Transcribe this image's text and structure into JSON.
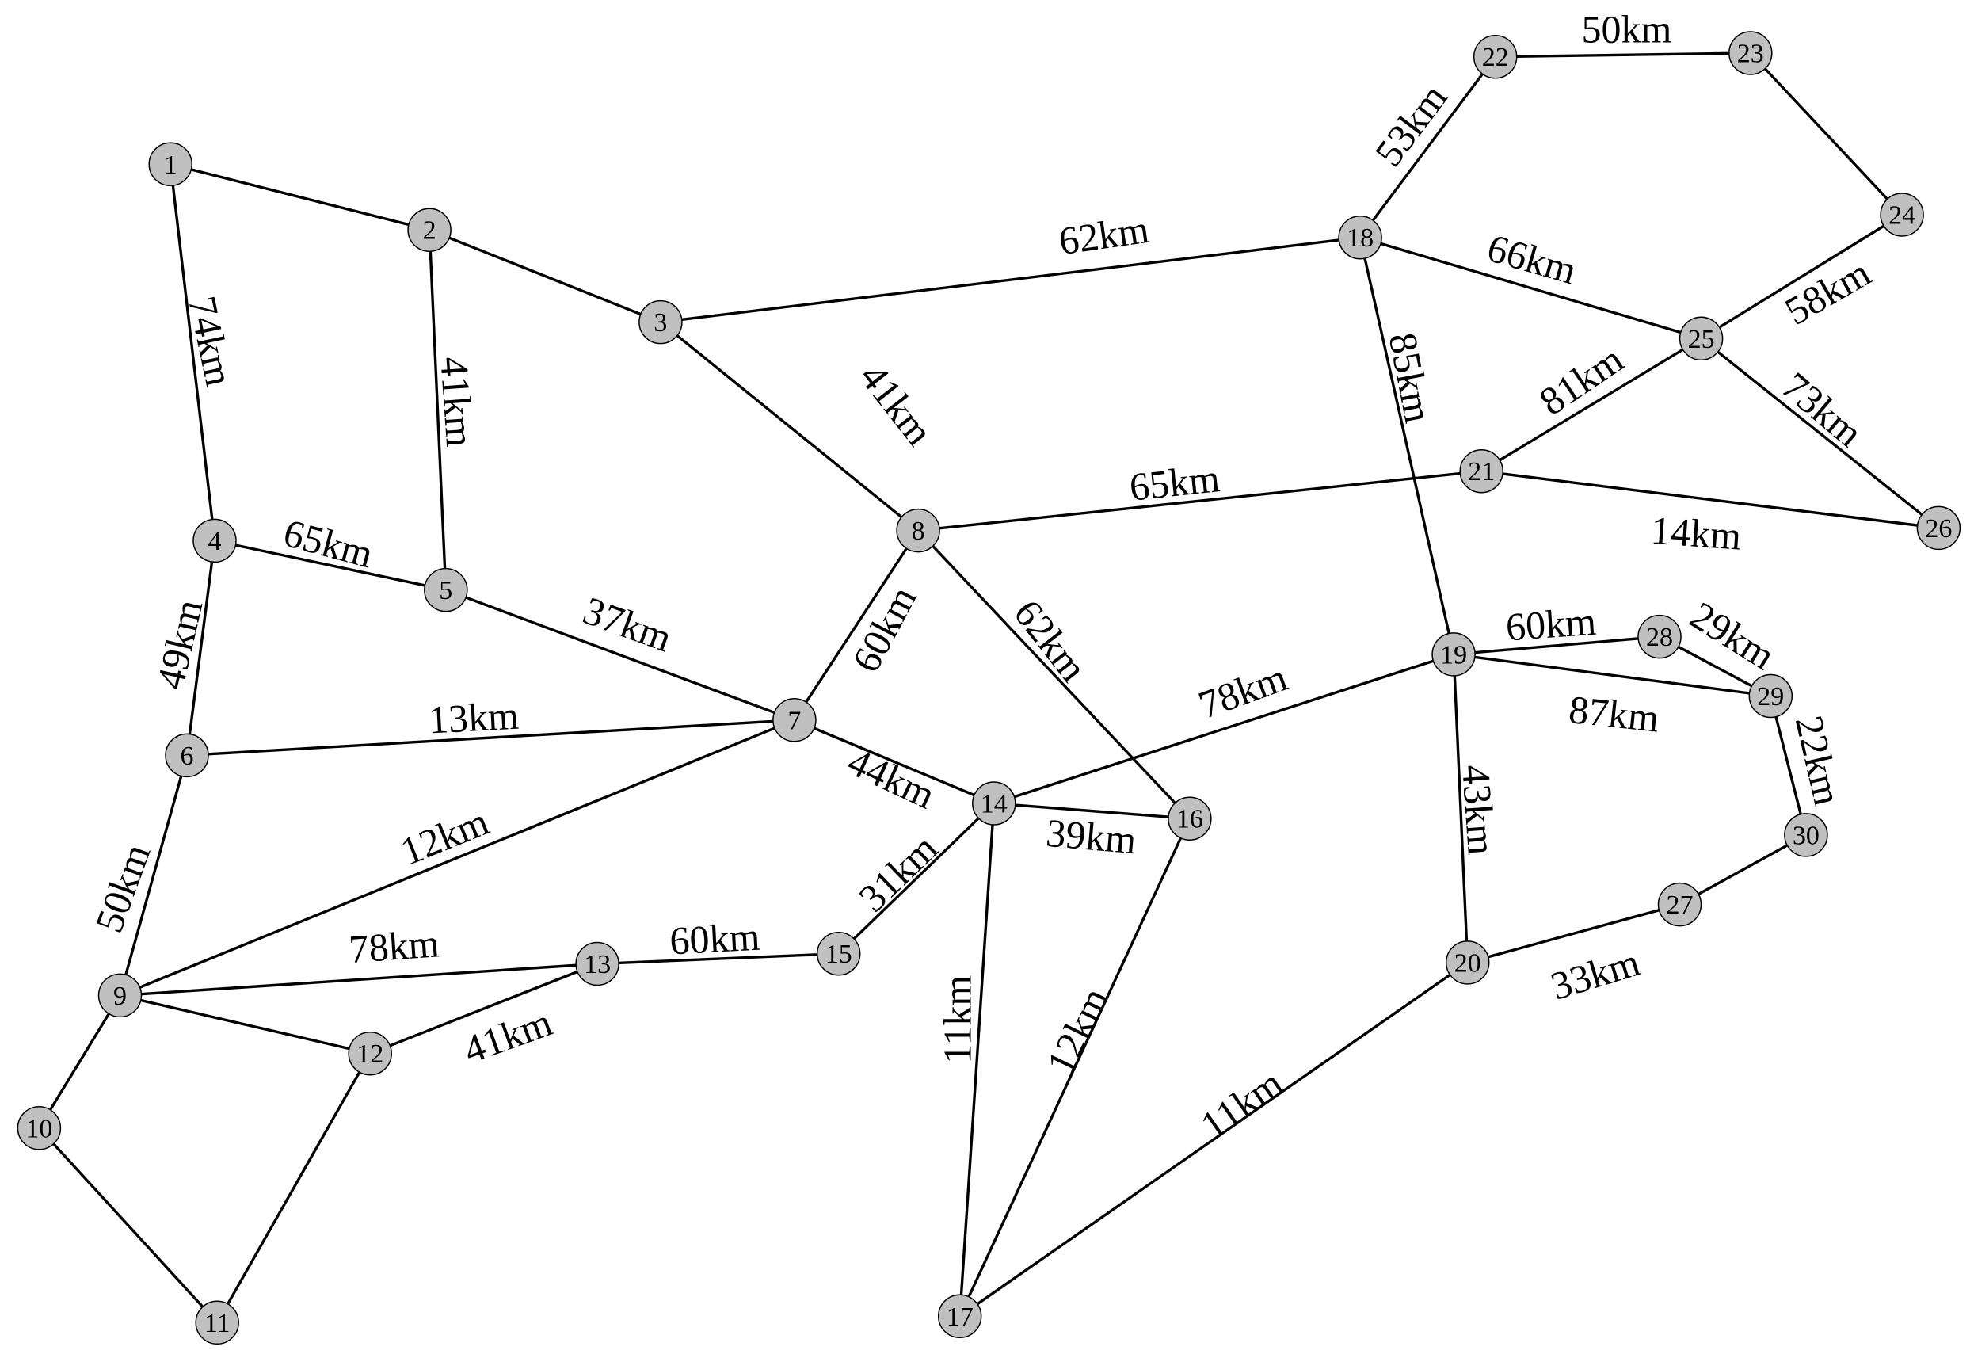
{
  "nodes": [
    {
      "id": "1",
      "label": "1"
    },
    {
      "id": "2",
      "label": "2"
    },
    {
      "id": "3",
      "label": "3"
    },
    {
      "id": "4",
      "label": "4"
    },
    {
      "id": "5",
      "label": "5"
    },
    {
      "id": "6",
      "label": "6"
    },
    {
      "id": "7",
      "label": "7"
    },
    {
      "id": "8",
      "label": "8"
    },
    {
      "id": "9",
      "label": "9"
    },
    {
      "id": "10",
      "label": "10"
    },
    {
      "id": "11",
      "label": "11"
    },
    {
      "id": "12",
      "label": "12"
    },
    {
      "id": "13",
      "label": "13"
    },
    {
      "id": "14",
      "label": "14"
    },
    {
      "id": "15",
      "label": "15"
    },
    {
      "id": "16",
      "label": "16"
    },
    {
      "id": "17",
      "label": "17"
    },
    {
      "id": "18",
      "label": "18"
    },
    {
      "id": "19",
      "label": "19"
    },
    {
      "id": "20",
      "label": "20"
    },
    {
      "id": "21",
      "label": "21"
    },
    {
      "id": "22",
      "label": "22"
    },
    {
      "id": "23",
      "label": "23"
    },
    {
      "id": "24",
      "label": "24"
    },
    {
      "id": "25",
      "label": "25"
    },
    {
      "id": "26",
      "label": "26"
    },
    {
      "id": "27",
      "label": "27"
    },
    {
      "id": "28",
      "label": "28"
    },
    {
      "id": "29",
      "label": "29"
    },
    {
      "id": "30",
      "label": "30"
    }
  ],
  "edges": [
    {
      "from": "1",
      "to": "2",
      "label": ""
    },
    {
      "from": "1",
      "to": "4",
      "label": "74km"
    },
    {
      "from": "2",
      "to": "3",
      "label": ""
    },
    {
      "from": "2",
      "to": "5",
      "label": "41km"
    },
    {
      "from": "3",
      "to": "18",
      "label": "62km"
    },
    {
      "from": "3",
      "to": "8",
      "label": "41km"
    },
    {
      "from": "4",
      "to": "5",
      "label": "65km"
    },
    {
      "from": "4",
      "to": "6",
      "label": "49km"
    },
    {
      "from": "5",
      "to": "7",
      "label": "37km"
    },
    {
      "from": "6",
      "to": "7",
      "label": "13km"
    },
    {
      "from": "6",
      "to": "9",
      "label": "50km"
    },
    {
      "from": "7",
      "to": "9",
      "label": "12km"
    },
    {
      "from": "7",
      "to": "8",
      "label": "60km"
    },
    {
      "from": "7",
      "to": "14",
      "label": "44km"
    },
    {
      "from": "8",
      "to": "21",
      "label": "65km"
    },
    {
      "from": "8",
      "to": "16",
      "label": "62km"
    },
    {
      "from": "9",
      "to": "13",
      "label": "78km"
    },
    {
      "from": "9",
      "to": "12",
      "label": ""
    },
    {
      "from": "9",
      "to": "10",
      "label": ""
    },
    {
      "from": "10",
      "to": "11",
      "label": ""
    },
    {
      "from": "11",
      "to": "12",
      "label": ""
    },
    {
      "from": "12",
      "to": "13",
      "label": "41km"
    },
    {
      "from": "13",
      "to": "15",
      "label": "60km"
    },
    {
      "from": "14",
      "to": "15",
      "label": "31km"
    },
    {
      "from": "14",
      "to": "16",
      "label": "39km"
    },
    {
      "from": "14",
      "to": "19",
      "label": "78km"
    },
    {
      "from": "14",
      "to": "17",
      "label": "11km"
    },
    {
      "from": "16",
      "to": "17",
      "label": "12km"
    },
    {
      "from": "17",
      "to": "20",
      "label": "11km"
    },
    {
      "from": "18",
      "to": "22",
      "label": "53km"
    },
    {
      "from": "18",
      "to": "25",
      "label": "66km"
    },
    {
      "from": "18",
      "to": "19",
      "label": "85km"
    },
    {
      "from": "19",
      "to": "28",
      "label": "60km"
    },
    {
      "from": "19",
      "to": "29",
      "label": "87km"
    },
    {
      "from": "19",
      "to": "20",
      "label": "43km"
    },
    {
      "from": "20",
      "to": "27",
      "label": "33km"
    },
    {
      "from": "21",
      "to": "25",
      "label": "81km"
    },
    {
      "from": "21",
      "to": "26",
      "label": "14km"
    },
    {
      "from": "22",
      "to": "23",
      "label": "50km"
    },
    {
      "from": "23",
      "to": "24",
      "label": ""
    },
    {
      "from": "24",
      "to": "25",
      "label": "58km"
    },
    {
      "from": "25",
      "to": "26",
      "label": "73km"
    },
    {
      "from": "27",
      "to": "30",
      "label": ""
    },
    {
      "from": "28",
      "to": "29",
      "label": "29km"
    },
    {
      "from": "29",
      "to": "30",
      "label": "22km"
    }
  ]
}
